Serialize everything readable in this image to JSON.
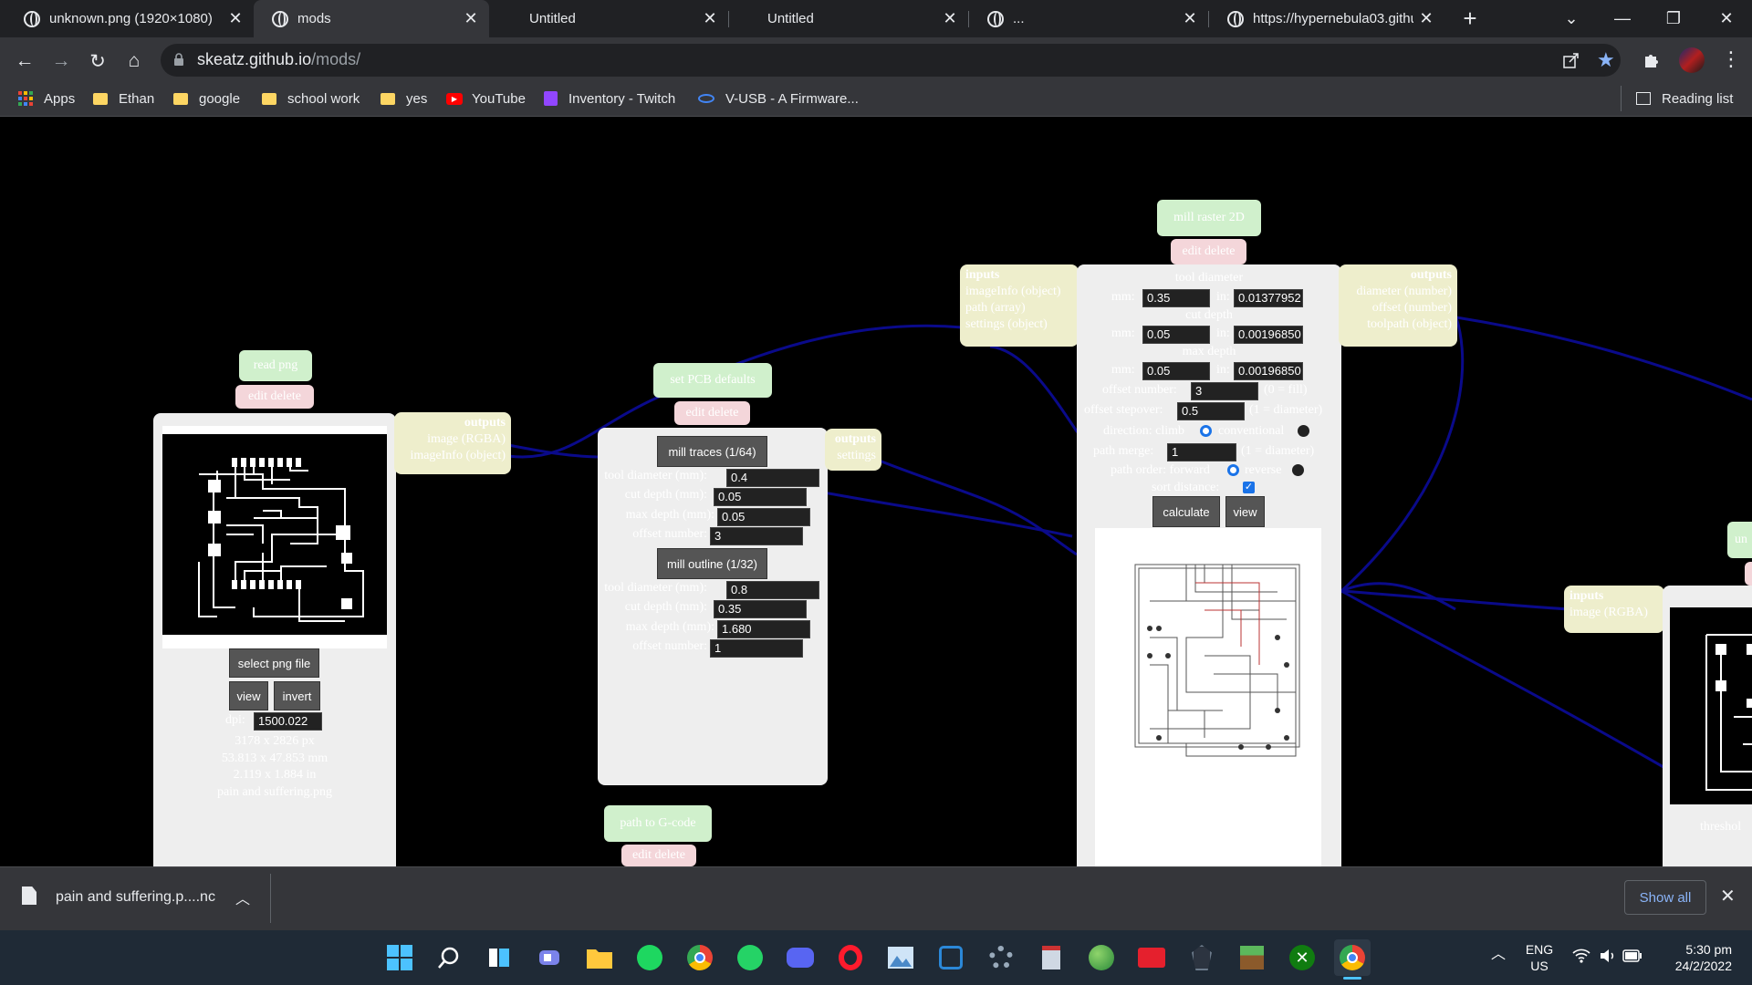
{
  "browser": {
    "tabs": [
      {
        "title": "unknown.png (1920×1080)",
        "active": false
      },
      {
        "title": "mods",
        "active": true
      },
      {
        "title": "Untitled",
        "active": false
      },
      {
        "title": "Untitled",
        "active": false
      },
      {
        "title": "...",
        "active": false
      },
      {
        "title": "https://hypernebula03.githu",
        "active": false
      }
    ],
    "new_tab": "+",
    "window": {
      "list": "⌄",
      "minimize": "—",
      "maximize": "❐",
      "close": "✕"
    },
    "nav": {
      "back": "←",
      "forward": "→",
      "reload": "↻",
      "home": "⌂"
    },
    "address": {
      "host": "skeatz.github.io",
      "path": "/mods/"
    },
    "bookmarks": [
      {
        "label": "Apps",
        "icon": "apps-icon"
      },
      {
        "label": "Ethan",
        "icon": "folder-icon"
      },
      {
        "label": "google",
        "icon": "folder-icon"
      },
      {
        "label": "school work",
        "icon": "folder-icon"
      },
      {
        "label": "yes",
        "icon": "folder-icon"
      },
      {
        "label": "YouTube",
        "icon": "youtube-icon"
      },
      {
        "label": "Inventory - Twitch",
        "icon": "twitch-icon"
      },
      {
        "label": "V-USB - A Firmware...",
        "icon": "vusb-icon"
      }
    ],
    "reading_list": "Reading list"
  },
  "mods": {
    "read_png": {
      "title": "read png",
      "edit": "edit delete",
      "select_button": "select png file",
      "view_button": "view",
      "invert_button": "invert",
      "dpi_label": "dpi:",
      "dpi_value": "1500.022",
      "info": [
        "3178 x 2826 px",
        "53.813 x 47.853 mm",
        "2.119 x 1.884 in",
        "pain and suffering.png"
      ],
      "outputs": {
        "header": "outputs",
        "items": [
          "image (RGBA)",
          "imageInfo (object)"
        ]
      }
    },
    "pcb_defaults": {
      "title": "set PCB defaults",
      "edit": "edit delete",
      "traces_button": "mill traces (1/64)",
      "outline_button": "mill outline (1/32)",
      "traces": [
        {
          "label": "tool diameter (mm):",
          "value": "0.4"
        },
        {
          "label": "cut depth (mm):",
          "value": "0.05"
        },
        {
          "label": "max depth (mm):",
          "value": "0.05"
        },
        {
          "label": "offset number:",
          "value": "3"
        }
      ],
      "outline": [
        {
          "label": "tool diameter (mm):",
          "value": "0.8"
        },
        {
          "label": "cut depth (mm):",
          "value": "0.35"
        },
        {
          "label": "max depth (mm):",
          "value": "1.680"
        },
        {
          "label": "offset number:",
          "value": "1"
        }
      ],
      "outputs": {
        "header": "outputs",
        "items": [
          "settings"
        ]
      }
    },
    "mill_raster": {
      "title": "mill raster 2D",
      "edit": "edit delete",
      "tool_diameter": "tool diameter",
      "cut_depth": "cut depth",
      "max_depth": "max depth",
      "mm": "mm:",
      "in": "in:",
      "tool_mm": "0.35",
      "tool_in": "0.01377952",
      "cut_mm": "0.05",
      "cut_in": "0.00196850",
      "max_mm": "0.05",
      "max_in": "0.00196850",
      "offset_number_label": "offset number:",
      "offset_number": "3",
      "offset_number_note": "(0 = fill)",
      "offset_stepover_label": "offset stepover:",
      "offset_stepover": "0.5",
      "offset_stepover_note": "(1 = diameter)",
      "direction_label": "direction: climb",
      "direction_alt": "conventional",
      "path_merge_label": "path merge:",
      "path_merge": "1",
      "path_merge_note": "(1 = diameter)",
      "path_order_label": "path order: forward",
      "path_order_alt": "reverse",
      "sort_distance_label": "sort distance:",
      "calculate_button": "calculate",
      "view_button": "view",
      "inputs": {
        "header": "inputs",
        "items": [
          "imageInfo (object)",
          "path (array)",
          "settings (object)"
        ]
      },
      "outputs": {
        "header": "outputs",
        "items": [
          "diameter (number)",
          "offset (number)",
          "toolpath (object)"
        ]
      }
    },
    "path_gcode": {
      "title": "path to G-code",
      "edit": "edit delete"
    },
    "threshold": {
      "inputs": {
        "header": "inputs",
        "items": [
          "image (RGBA)"
        ]
      },
      "partial_title": "un",
      "partial_label": "threshol"
    }
  },
  "download": {
    "filename": "pain and suffering.p....nc",
    "show_all": "Show all"
  },
  "taskbar": {
    "lang": "ENG",
    "region": "US",
    "time": "5:30 pm",
    "date": "24/2/2022"
  }
}
